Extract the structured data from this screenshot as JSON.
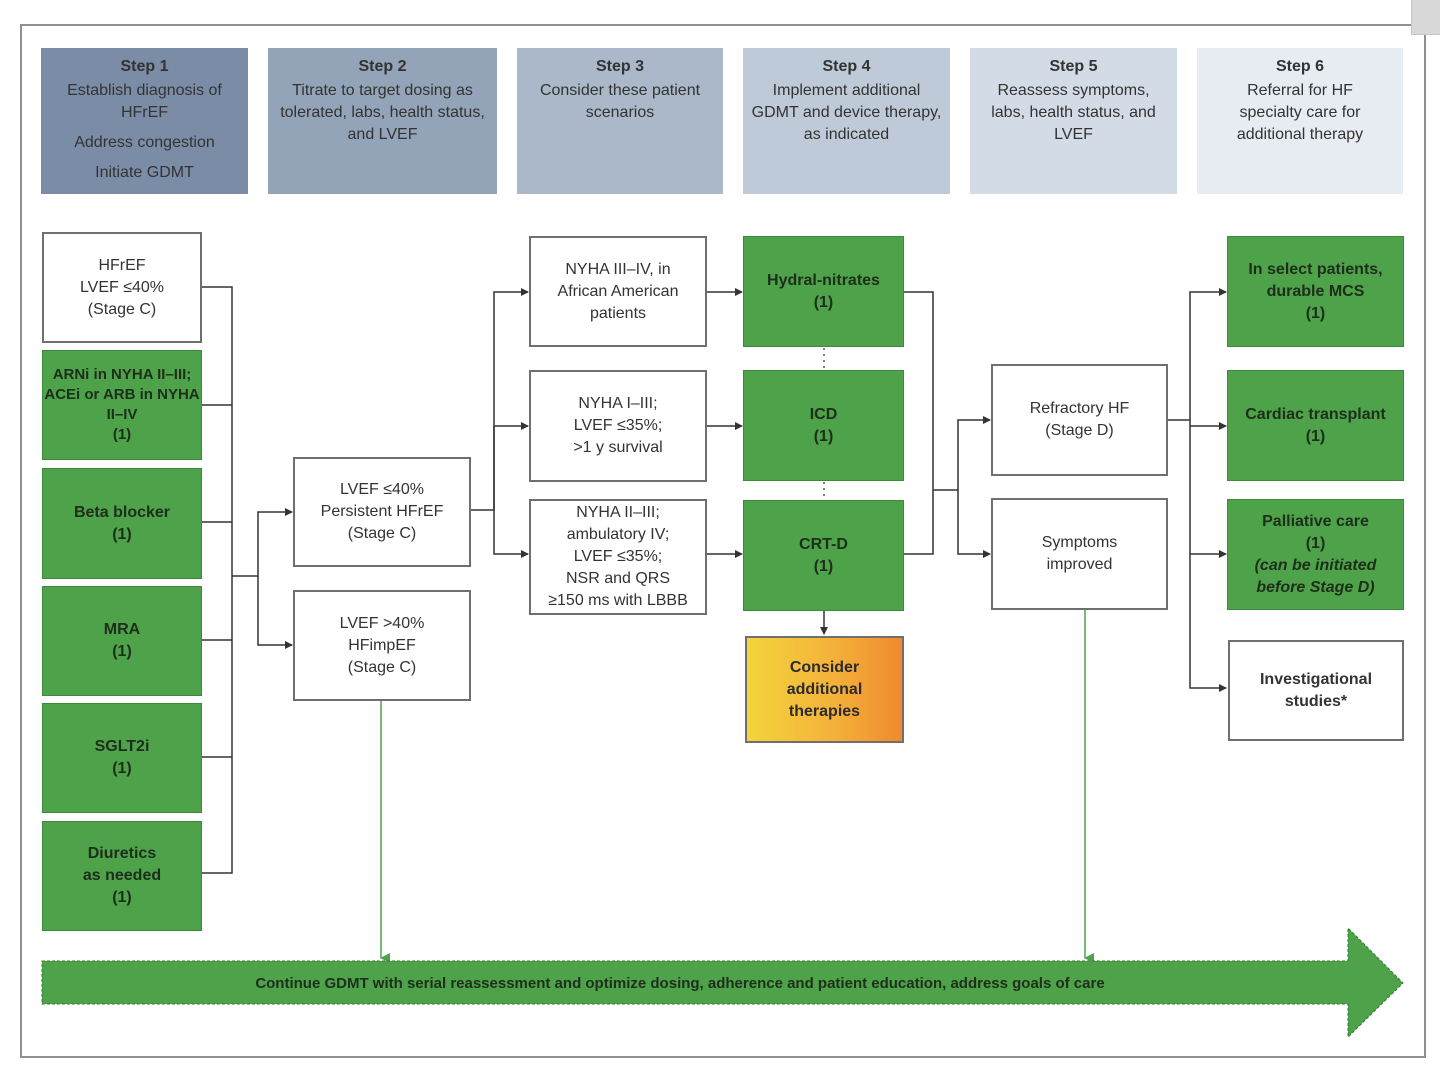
{
  "steps": [
    {
      "title": "Step 1",
      "lines": [
        "Establish diagnosis of HFrEF",
        "Address congestion",
        "Initiate GDMT"
      ]
    },
    {
      "title": "Step 2",
      "lines": [
        "Titrate to target dosing as tolerated, labs, health status, and LVEF"
      ]
    },
    {
      "title": "Step 3",
      "lines": [
        "Consider these patient scenarios"
      ]
    },
    {
      "title": "Step 4",
      "lines": [
        "Implement additional GDMT and device therapy, as indicated"
      ]
    },
    {
      "title": "Step 5",
      "lines": [
        "Reassess symptoms, labs, health status, and LVEF"
      ]
    },
    {
      "title": "Step 6",
      "lines": [
        "Referral for HF specialty care for additional therapy"
      ]
    }
  ],
  "step_colors": [
    "#7b8ca6",
    "#93a3b8",
    "#aab8ca",
    "#bfcad8",
    "#d3dbe6",
    "#e7ebf2"
  ],
  "col1": {
    "hfref": "HFrEF\nLVEF ≤40%\n(Stage C)",
    "therapies": [
      "ARNi in NYHA II–III;\nACEi or ARB in NYHA II–IV\n(1)",
      "Beta blocker\n(1)",
      "MRA\n(1)",
      "SGLT2i\n(1)",
      "Diuretics\nas needed\n(1)"
    ]
  },
  "col2": {
    "persistent": "LVEF ≤40%\nPersistent HFrEF\n(Stage C)",
    "improved": "LVEF >40%\nHFimpEF\n(Stage C)"
  },
  "col3": {
    "scenarios": [
      "NYHA III–IV, in\nAfrican American\npatients",
      "NYHA I–III;\nLVEF ≤35%;\n>1 y survival",
      "NYHA II–III;\nambulatory IV;\nLVEF ≤35%;\nNSR and QRS\n≥150 ms with LBBB"
    ]
  },
  "col4": {
    "therapies": [
      "Hydral-nitrates\n(1)",
      "ICD\n(1)",
      "CRT-D\n(1)"
    ],
    "consider": "Consider\nadditional\ntherapies"
  },
  "col5": {
    "refractory": "Refractory HF\n(Stage D)",
    "improved": "Symptoms\nimproved"
  },
  "col6": {
    "mcs": "In select patients,\ndurable MCS\n(1)",
    "transplant": "Cardiac transplant\n(1)",
    "palliative": "Palliative care\n(1)",
    "palliative_note": "(can be initiated\nbefore Stage D)",
    "investigational": "Investigational\nstudies*"
  },
  "banner": "Continue GDMT with serial reassessment and optimize dosing, adherence and patient education, address goals of care",
  "colors": {
    "green": "#4ea24a",
    "line": "#333333",
    "banner_green": "#4ea24a"
  }
}
